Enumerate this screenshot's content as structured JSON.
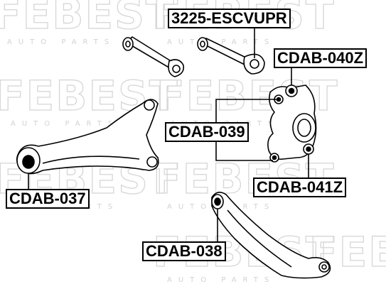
{
  "watermark": {
    "brand": "FEBEST",
    "tagline": "AUTO PARTS"
  },
  "callouts": {
    "link_3225": "3225-ESCVUPR",
    "bushing_040z": "CDAB-040Z",
    "bushing_039": "CDAB-039",
    "bushing_041z": "CDAB-041Z",
    "bushing_037": "CDAB-037",
    "bushing_038": "CDAB-038"
  },
  "colors": {
    "line": "#000000",
    "watermark": "#d6d6d6",
    "background": "#ffffff"
  }
}
